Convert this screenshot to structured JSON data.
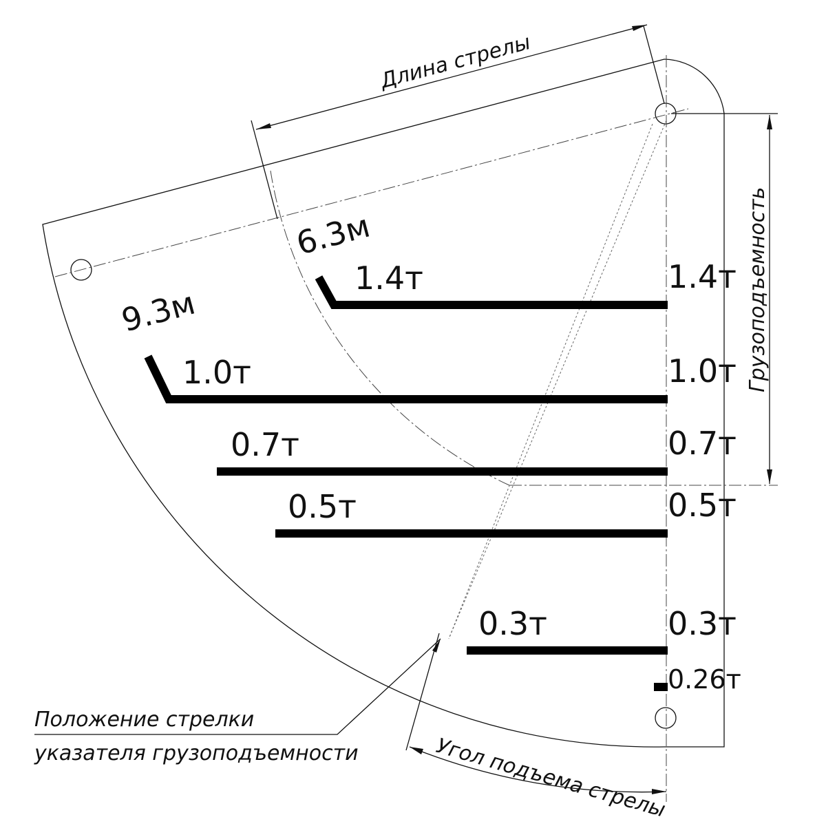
{
  "dimensions": {
    "boom_length": "Длина стрелы",
    "load_capacity": "Грузоподъемность",
    "boom_angle": "Угол подъема стрелы"
  },
  "boom_marks": [
    "9.3м",
    "6.3м"
  ],
  "left_loads": [
    "1.4т",
    "1.0т",
    "0.7т",
    "0.5т",
    "0.3т"
  ],
  "right_loads": [
    "1.4т",
    "1.0т",
    "0.7т",
    "0.5т",
    "0.3т",
    "0.26т"
  ],
  "pointer_note": {
    "line1": "Положение стрелки",
    "line2": "указателя грузоподъемности"
  }
}
